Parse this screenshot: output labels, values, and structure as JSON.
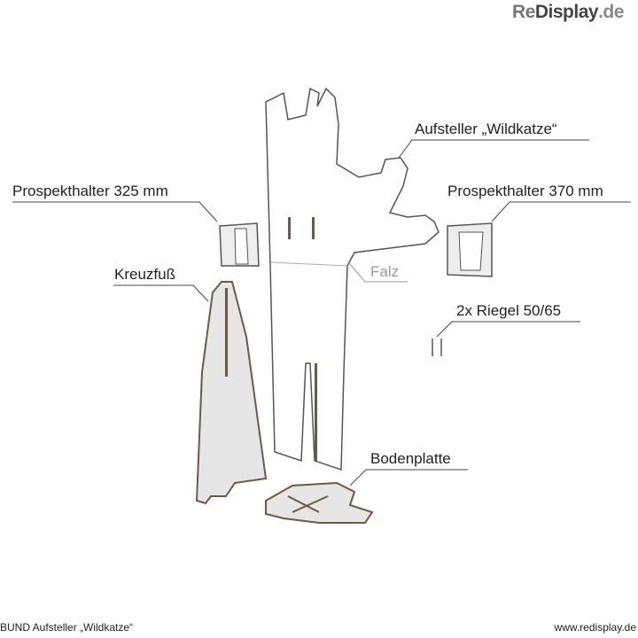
{
  "logo": {
    "prefix": "Re",
    "main": "Display",
    "suffix": ".de"
  },
  "labels": {
    "aufsteller": "Aufsteller „Wildkatze“",
    "prospekt325": "Prospekthalter 325 mm",
    "prospekt370": "Prospekthalter 370 mm",
    "kreuzfuss": "Kreuzfuß",
    "falz": "Falz",
    "riegel": "2x Riegel 50/65",
    "bodenplatte": "Bodenplatte"
  },
  "footer": {
    "title": "BUND Aufsteller „Wildkatze“",
    "url": "www.redisplay.de"
  },
  "colors": {
    "part_fill": "#e6e6e6",
    "edge": "#6b5a45",
    "label_line": "#444444",
    "falz": "#999999"
  }
}
